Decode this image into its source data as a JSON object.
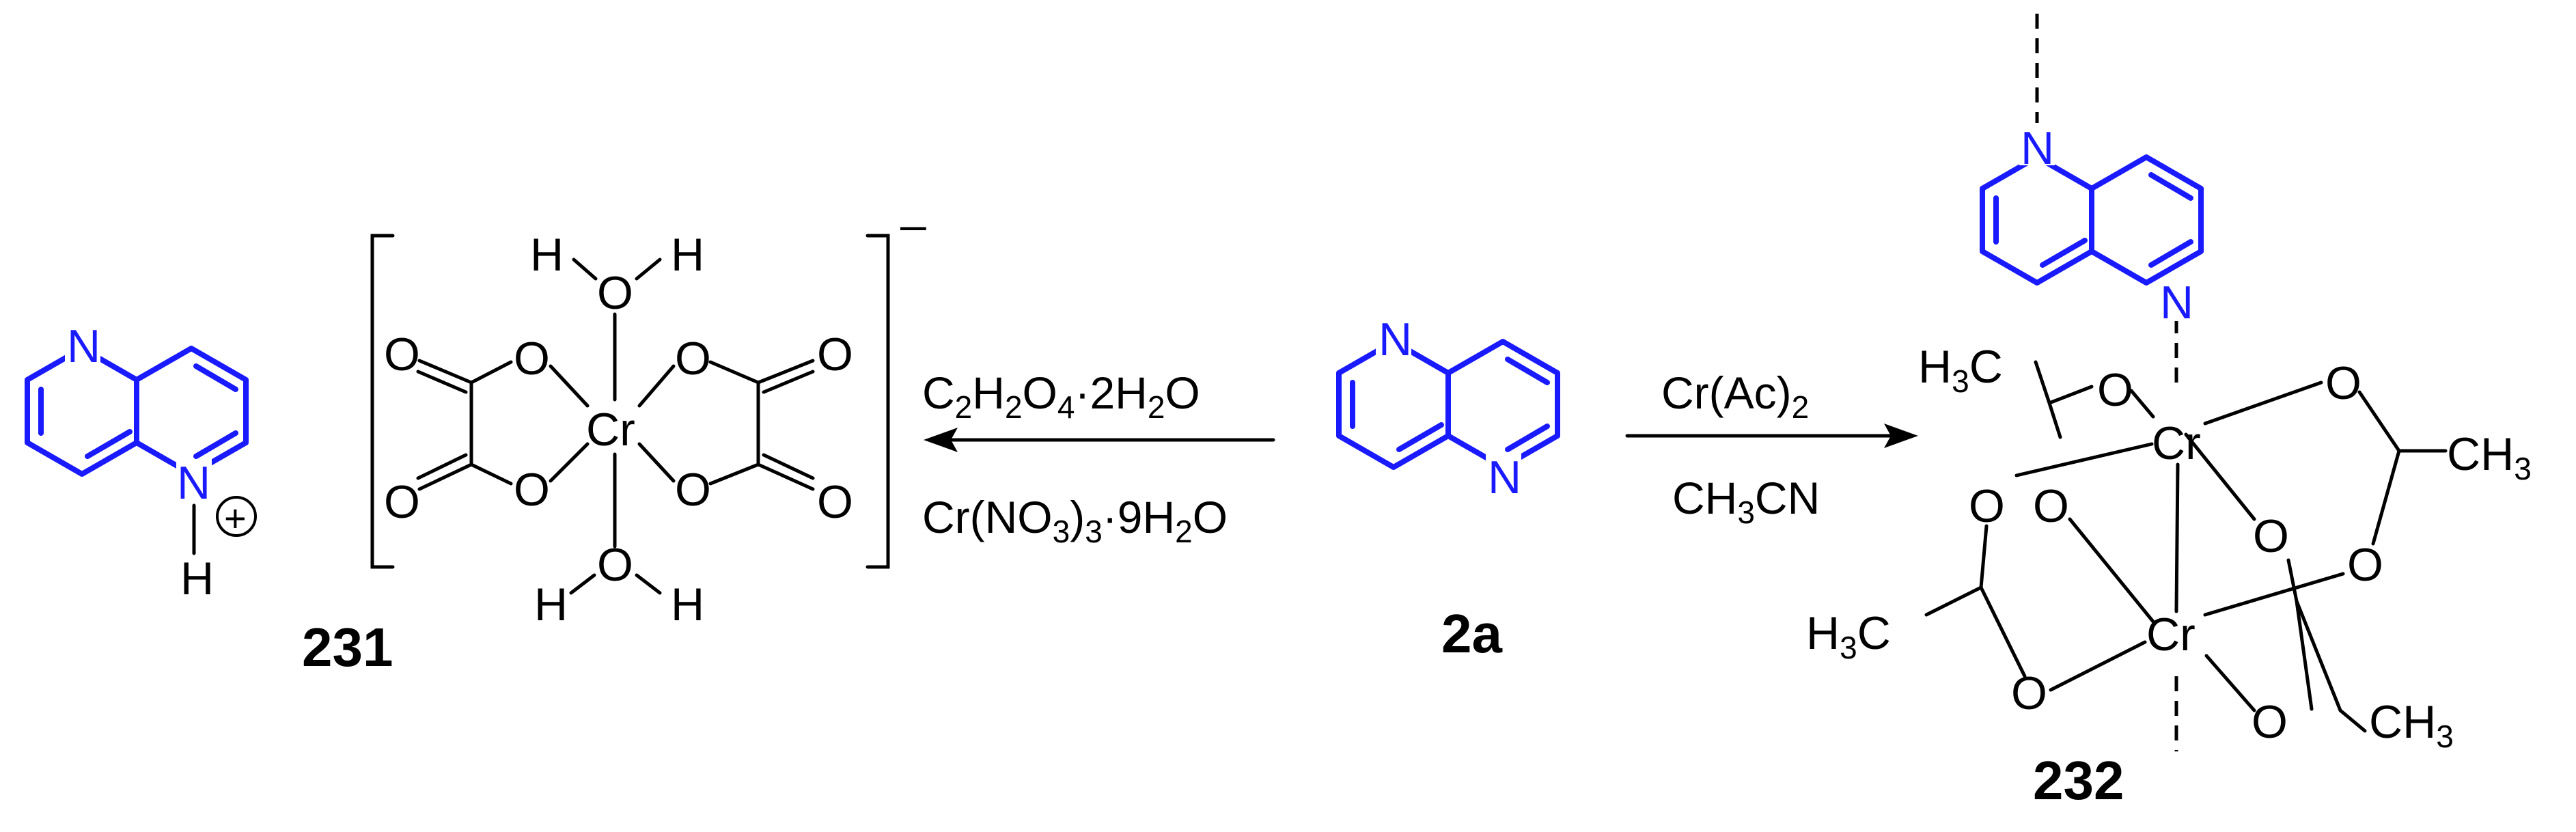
{
  "compound_labels": {
    "product_231": "231",
    "reactant_2a": "2a",
    "product_232": "232"
  },
  "left_reaction": {
    "reagent_top": "C2H2O4·2H2O",
    "reagent_bottom": "Cr(NO3)3·9H2O"
  },
  "right_reaction": {
    "reagent_top": "Cr(Ac)2",
    "reagent_bottom": "CH3CN"
  },
  "atoms": {
    "N": "N",
    "H": "H",
    "O": "O",
    "Cr": "Cr",
    "C": "C",
    "charge_plus": "+",
    "charge_minus": "–"
  },
  "colors": {
    "ligand": "#1a1aff",
    "bonds": "#000000"
  }
}
